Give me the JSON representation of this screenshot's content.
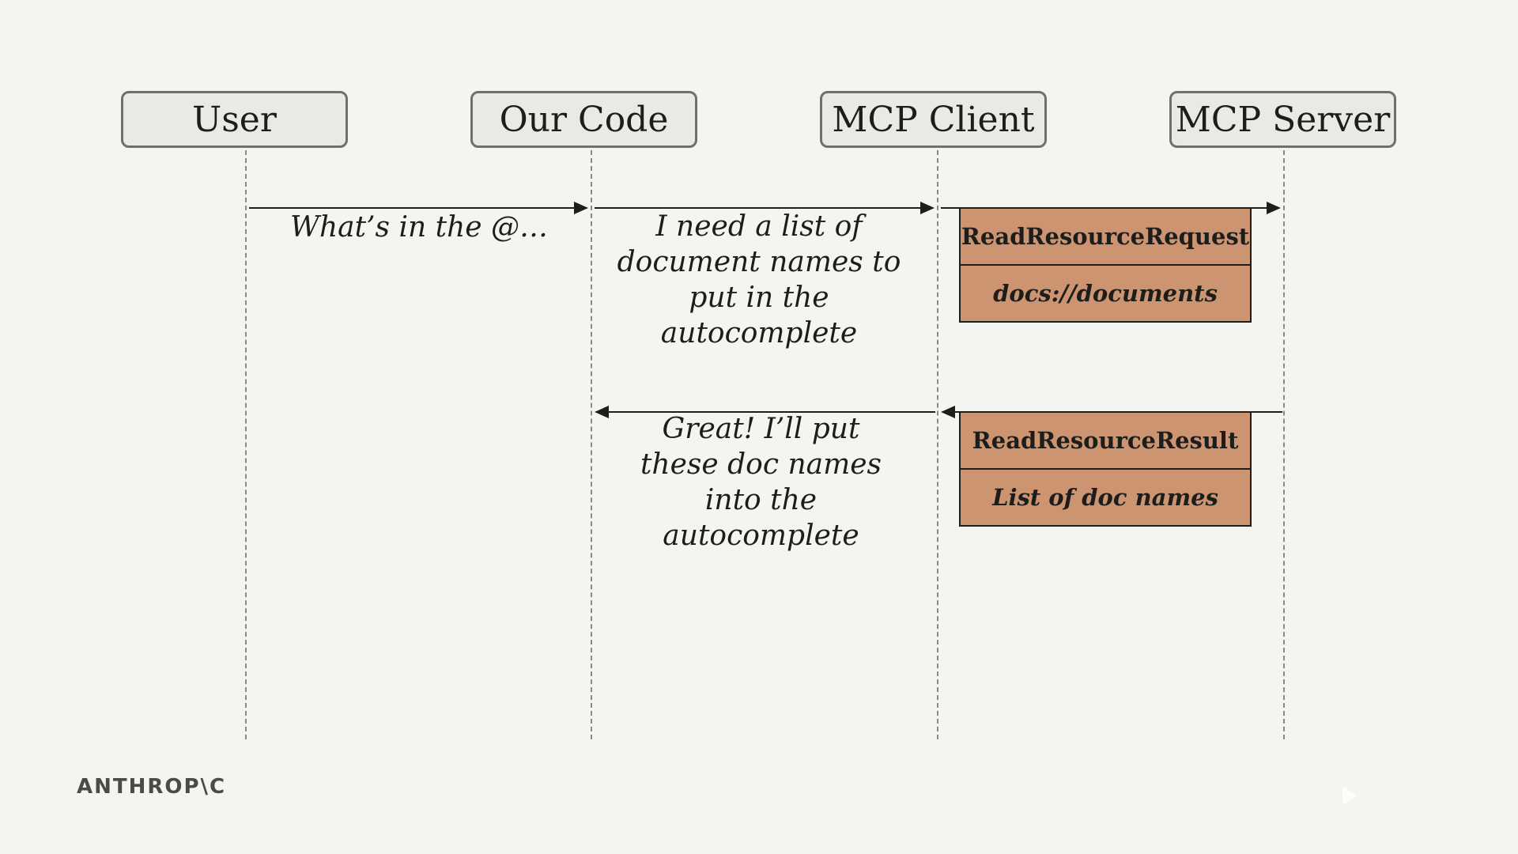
{
  "participants": {
    "user": "User",
    "our_code": "Our Code",
    "mcp_client": "MCP Client",
    "mcp_server": "MCP Server"
  },
  "messages": {
    "user_to_code": "What’s in the @…",
    "code_to_client": "I need a list of document names to put in the autocomplete",
    "client_to_code": "Great! I’ll put these doc names into the autocomplete"
  },
  "request_box": {
    "title": "ReadResourceRequest",
    "detail": "docs://documents"
  },
  "result_box": {
    "title": "ReadResourceResult",
    "detail": "List of doc names"
  },
  "logo": "ANTHROP\\C"
}
